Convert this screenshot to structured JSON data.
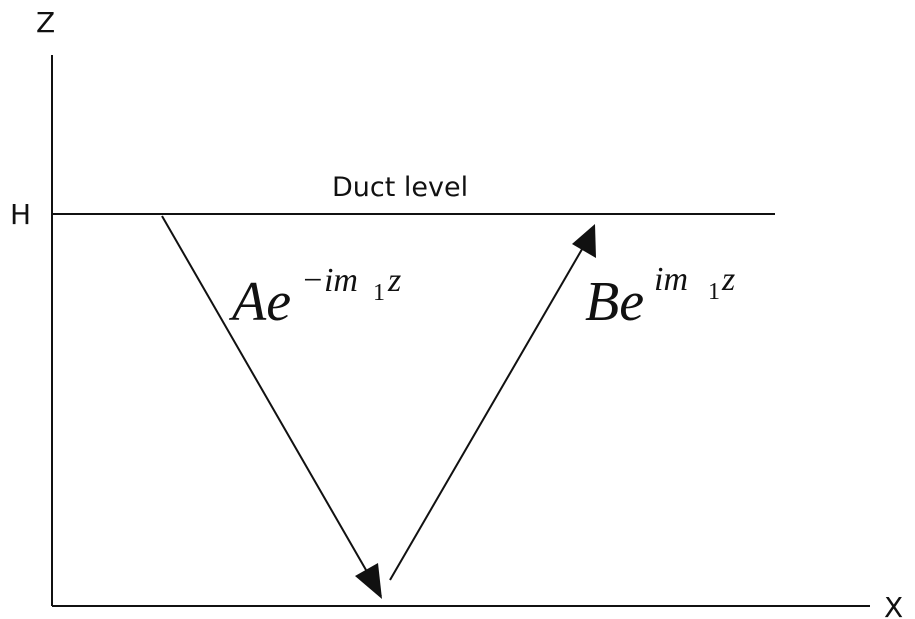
{
  "axes": {
    "z_label": "Z",
    "x_label": "X",
    "h_label": "H"
  },
  "duct": {
    "label": "Duct level"
  },
  "waves": {
    "down": {
      "base": "Ae",
      "exp_pre": "−im",
      "exp_sub": "1",
      "exp_post": "z"
    },
    "up": {
      "base": "Be",
      "exp_pre": "im",
      "exp_sub": "1",
      "exp_post": "z"
    }
  },
  "colors": {
    "ink": "#111111",
    "background": "#ffffff"
  }
}
